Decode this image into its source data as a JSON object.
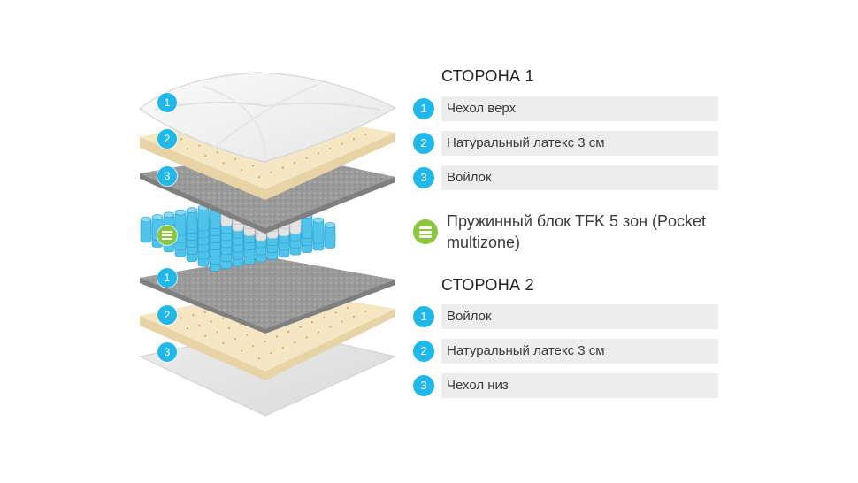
{
  "side1": {
    "title": "СТОРОНА 1",
    "items": [
      {
        "num": "1",
        "label": "Чехол верх"
      },
      {
        "num": "2",
        "label": "Натуральный латекс 3 см"
      },
      {
        "num": "3",
        "label": "Войлок"
      }
    ]
  },
  "spring": {
    "label": "Пружинный блок TFK 5 зон (Pocket multizone)"
  },
  "side2": {
    "title": "СТОРОНА 2",
    "items": [
      {
        "num": "1",
        "label": "Войлок"
      },
      {
        "num": "2",
        "label": "Натуральный латекс 3 см"
      },
      {
        "num": "3",
        "label": "Чехол низ"
      }
    ]
  },
  "markers": [
    "1",
    "2",
    "3",
    "1",
    "2",
    "3"
  ],
  "colors": {
    "accent_blue": "#1fb8e8",
    "accent_green": "#8cc63f",
    "latex": "#f6e7c4",
    "felt": "#9a9a9a",
    "row_bg": "#ededed",
    "spring_blue": "#4fc3ea",
    "spring_gray": "#e3e3e3"
  },
  "icons": {
    "spring_block": "list-lines-icon"
  }
}
